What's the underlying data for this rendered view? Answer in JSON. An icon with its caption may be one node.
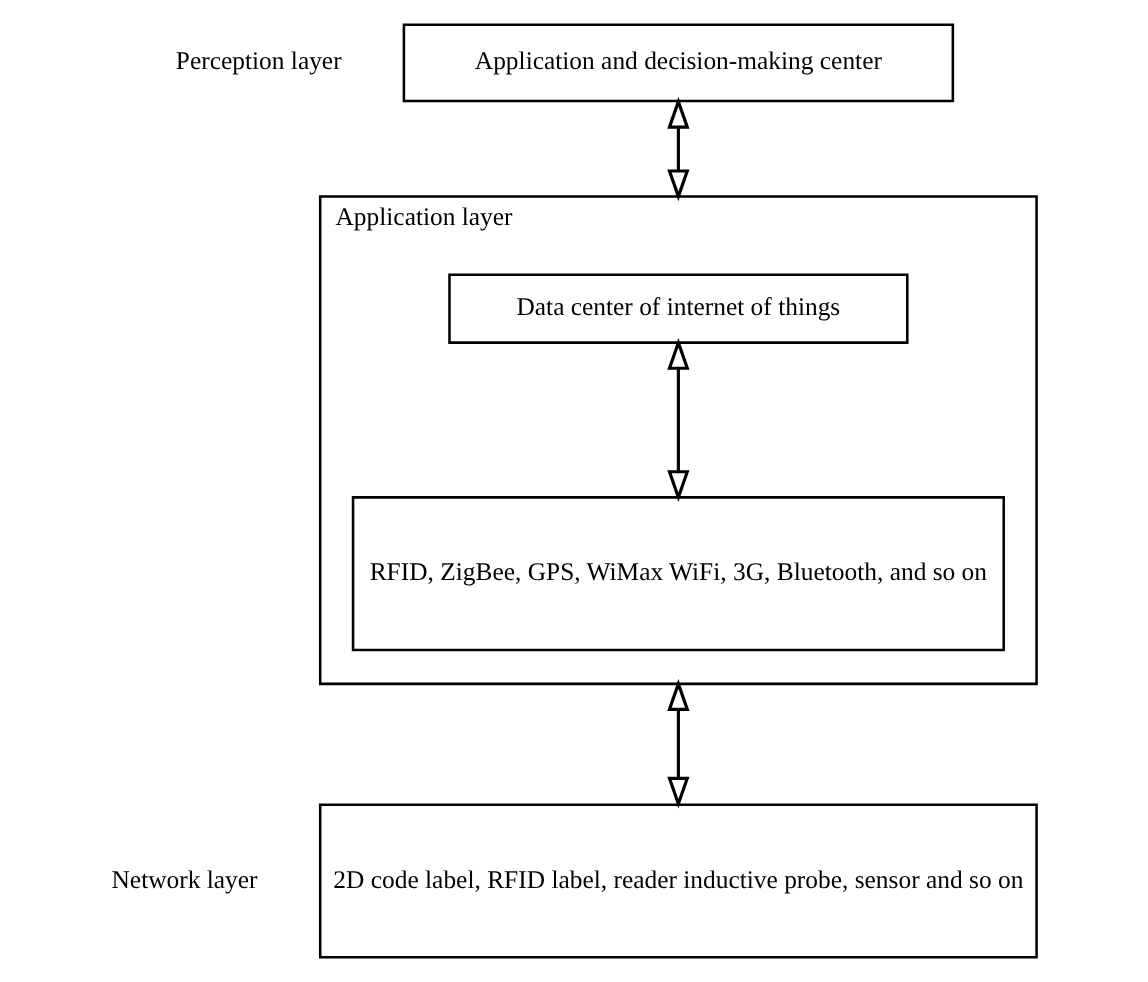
{
  "diagram": {
    "nodes": [
      {
        "text": [
          "Application and decision-making center"
        ],
        "beside": [
          "Perception layer"
        ]
      },
      {
        "text": [],
        "shape": "box",
        "beside": [
          "Application layer"
        ]
      },
      {
        "text": [
          "Data center of internet of things"
        ],
        "in": 1
      },
      {
        "text": [
          "RFID, ZigBee, GPS, WiMax WiFi, 3G, Bluetooth, and so on"
        ],
        "in": 1
      },
      {
        "text": [
          "2D code label, RFID label, reader inductive probe, sensor and so on"
        ],
        "beside": [
          "Network layer"
        ]
      }
    ],
    "edges": [
      {
        "from": 0,
        "to": 1,
        "arrow": "both"
      },
      {
        "from": 2,
        "to": 3,
        "arrow": "both"
      },
      {
        "from": 1,
        "to": 4,
        "arrow": "both"
      }
    ]
  }
}
